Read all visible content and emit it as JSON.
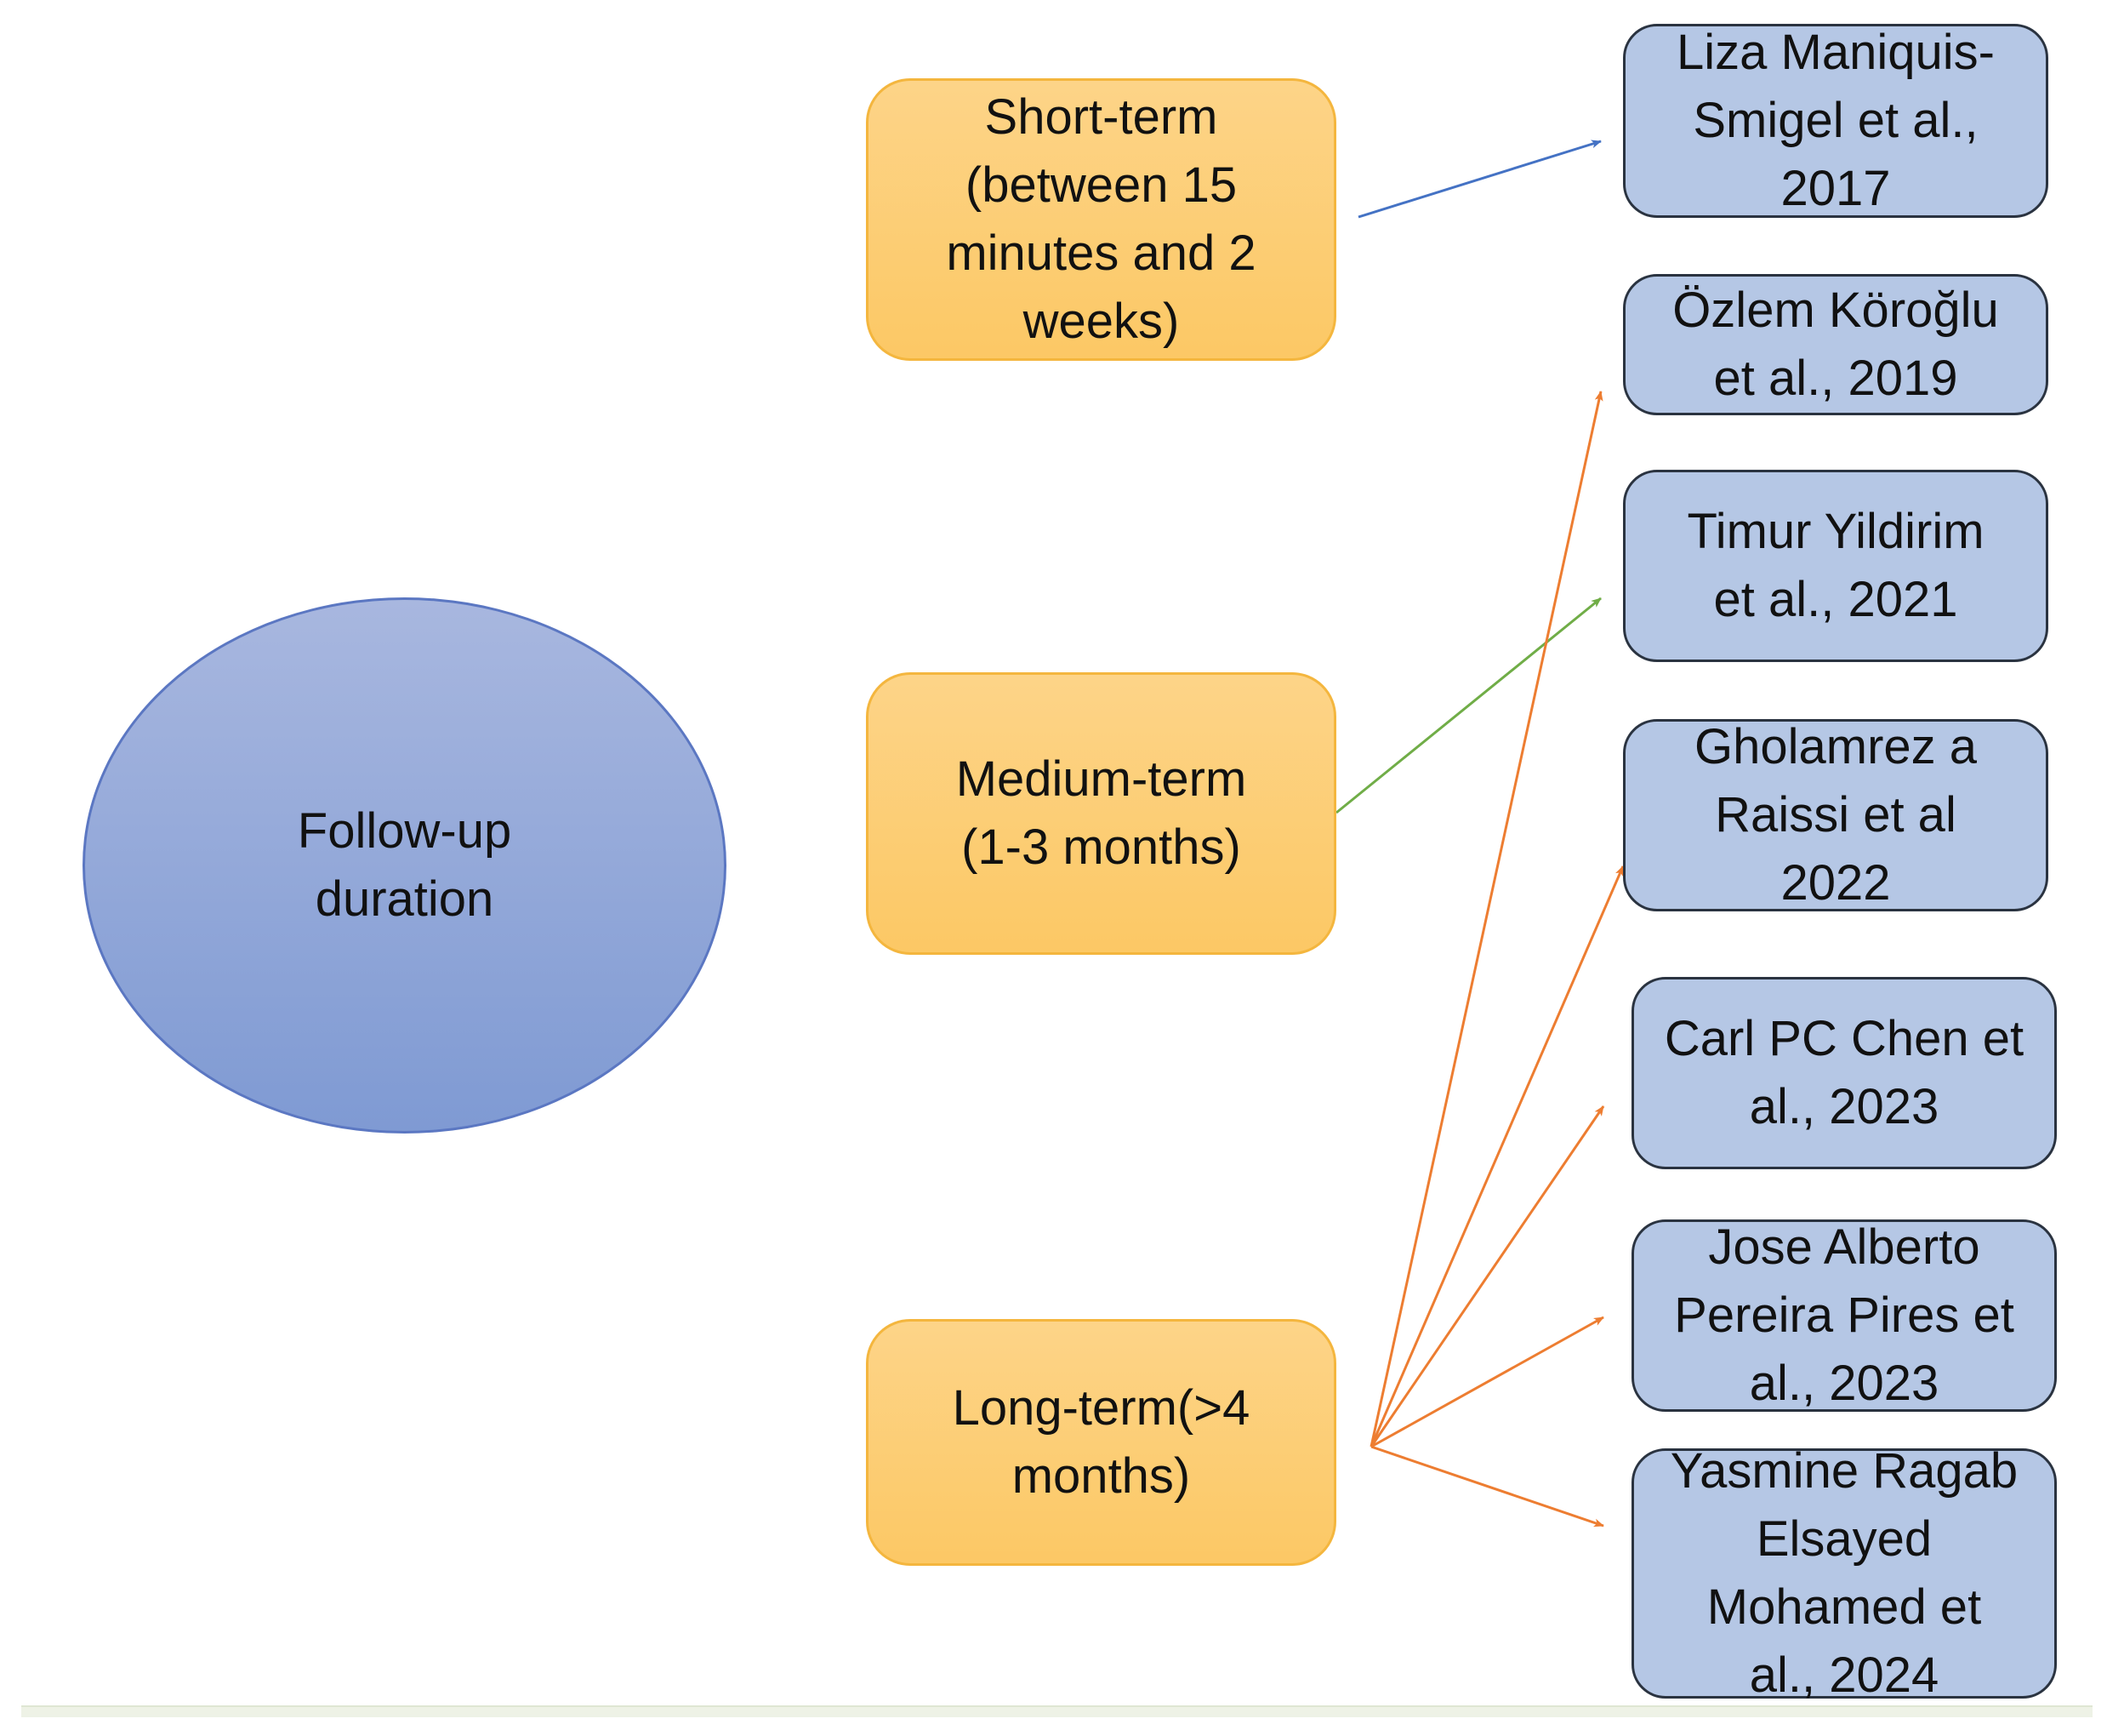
{
  "root": {
    "label": "Follow-up\nduration"
  },
  "categories": [
    {
      "id": "short",
      "label": "Short-term\n(between 15\nminutes and 2\nweeks)"
    },
    {
      "id": "medium",
      "label": "Medium-term\n(1-3 months)"
    },
    {
      "id": "long",
      "label": "Long-term(>4\nmonths)"
    }
  ],
  "studies": [
    {
      "label": "Liza Maniquis-\nSmigel et al.,\n2017"
    },
    {
      "label": "Özlem Köroğlu\net al., 2019"
    },
    {
      "label": "Timur Yildirim\net al., 2021"
    },
    {
      "label": "Gholamrez a\nRaissi et al\n2022"
    },
    {
      "label": "Carl PC Chen et\nal., 2023"
    },
    {
      "label": "Jose Alberto\nPereira Pires et\nal., 2023"
    },
    {
      "label": "Yasmine Ragab\nElsayed\nMohamed et\nal., 2024"
    }
  ],
  "connections": [
    {
      "from": "short",
      "to": 0,
      "color": "#4472c4"
    },
    {
      "from": "medium",
      "to": 2,
      "color": "#70ad47"
    },
    {
      "from": "long",
      "to": 1,
      "color": "#ed7d31"
    },
    {
      "from": "long",
      "to": 3,
      "color": "#ed7d31"
    },
    {
      "from": "long",
      "to": 4,
      "color": "#ed7d31"
    },
    {
      "from": "long",
      "to": 5,
      "color": "#ed7d31"
    },
    {
      "from": "long",
      "to": 6,
      "color": "#ed7d31"
    }
  ]
}
